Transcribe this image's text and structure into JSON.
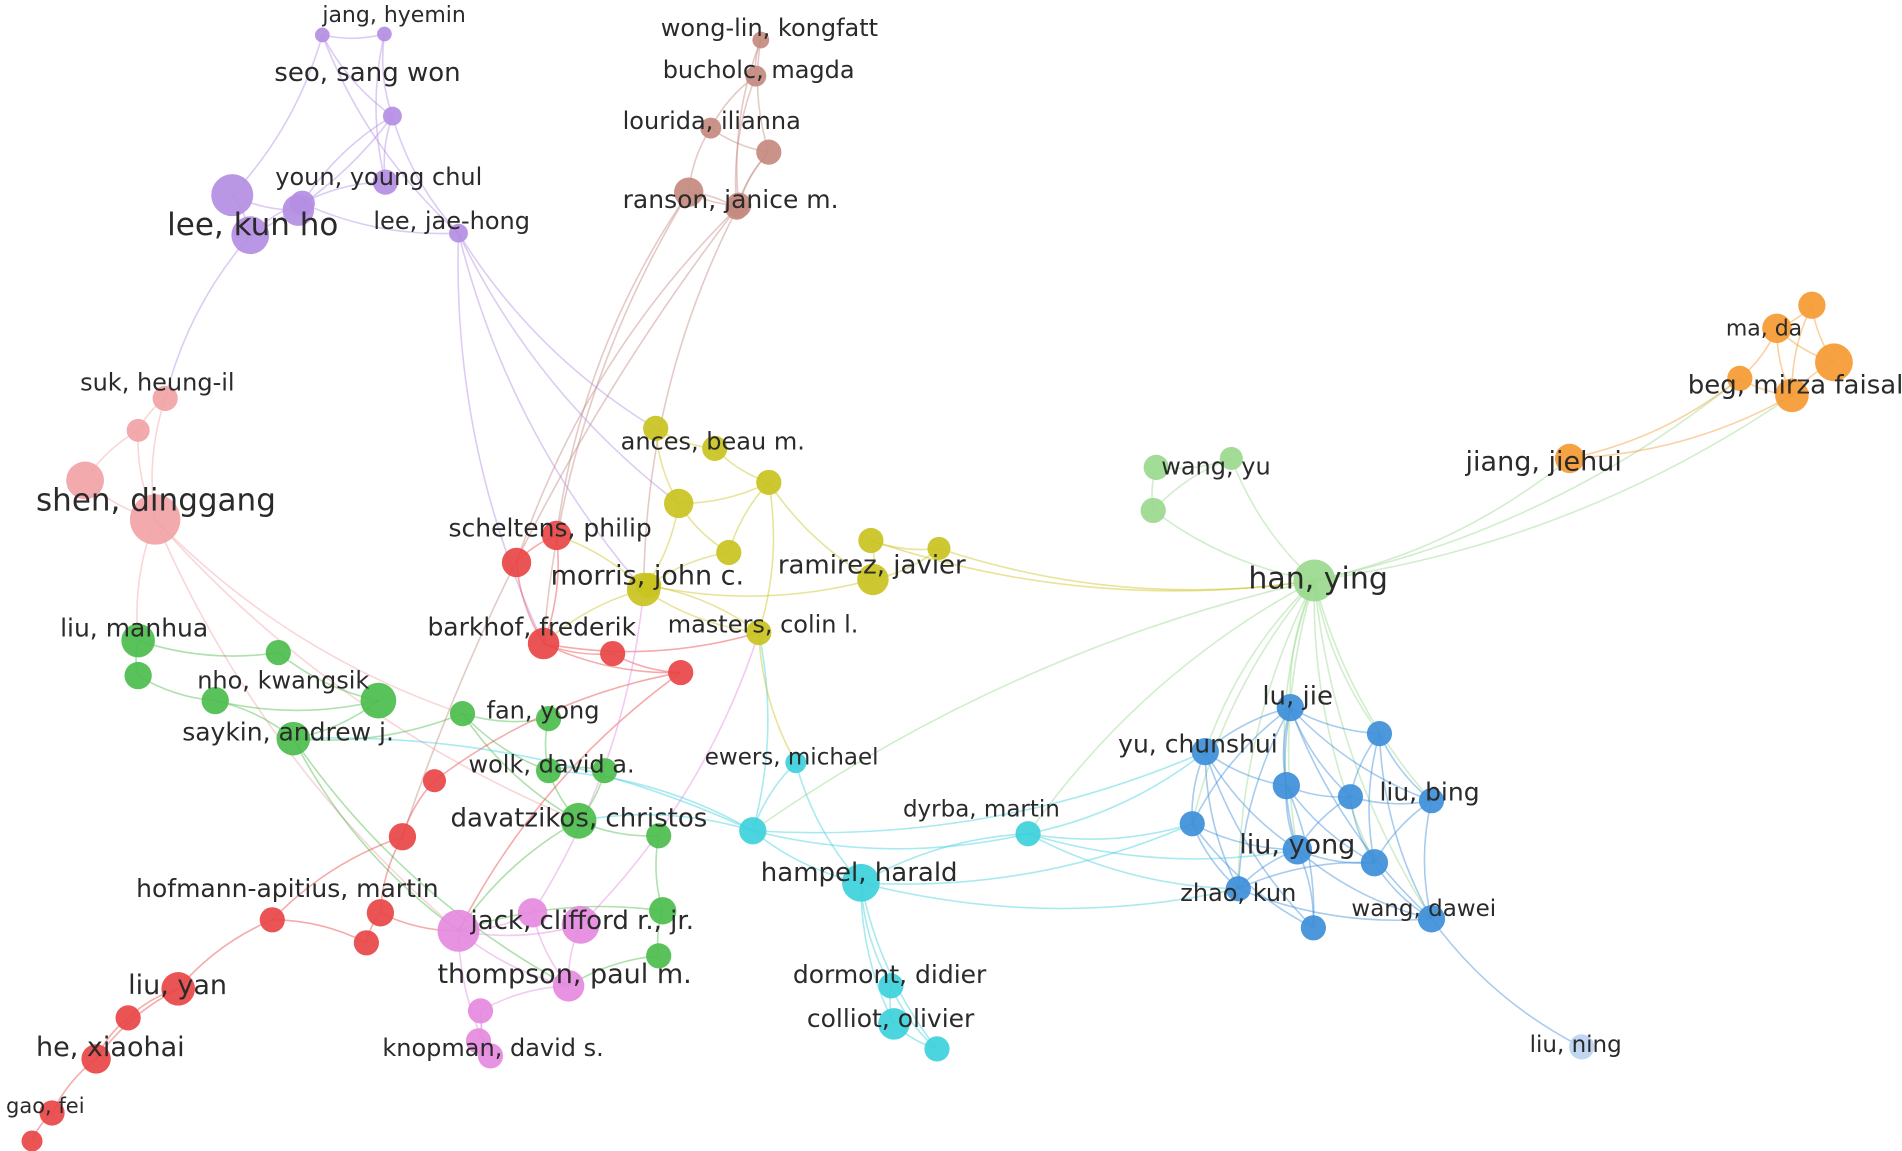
{
  "clusters": {
    "purple": "#b48ee3",
    "brown": "#c48a80",
    "pink_light": "#f1a3a6",
    "red": "#e84545",
    "yellow": "#c9c320",
    "green": "#4cbd4c",
    "light_green": "#9ad98e",
    "cyan": "#3dd1dc",
    "blue": "#3e8fd9",
    "orange": "#f59a33",
    "magenta": "#e58ae0",
    "pale_blue": "#bcd2ef"
  },
  "nodes": [
    {
      "id": "jang",
      "label": "jang, hyemin",
      "cluster": "purple",
      "size": 7
    },
    {
      "id": "p_jang2",
      "label": "",
      "cluster": "purple",
      "size": 7
    },
    {
      "id": "seo",
      "label": "seo, sang won",
      "cluster": "purple",
      "size": 9
    },
    {
      "id": "p_seo2",
      "label": "",
      "cluster": "purple",
      "size": 12
    },
    {
      "id": "youn",
      "label": "youn, young chul",
      "cluster": "purple",
      "size": 12
    },
    {
      "id": "lee_kh",
      "label": "lee, kun ho",
      "cluster": "purple",
      "size": 18
    },
    {
      "id": "p_lee2",
      "label": "",
      "cluster": "purple",
      "size": 20
    },
    {
      "id": "p_lee3",
      "label": "",
      "cluster": "purple",
      "size": 15
    },
    {
      "id": "lee_jh",
      "label": "lee, jae-hong",
      "cluster": "purple",
      "size": 9
    },
    {
      "id": "wonglin",
      "label": "wong-lin, kongfatt",
      "cluster": "brown",
      "size": 8
    },
    {
      "id": "bucholc",
      "label": "bucholc, magda",
      "cluster": "brown",
      "size": 10
    },
    {
      "id": "lourida",
      "label": "lourida, ilianna",
      "cluster": "brown",
      "size": 10
    },
    {
      "id": "b_lou2",
      "label": "",
      "cluster": "brown",
      "size": 12
    },
    {
      "id": "b_lou3",
      "label": "",
      "cluster": "brown",
      "size": 11
    },
    {
      "id": "ranson",
      "label": "ranson, janice m.",
      "cluster": "brown",
      "size": 14
    },
    {
      "id": "b_ran2",
      "label": "",
      "cluster": "brown",
      "size": 12
    },
    {
      "id": "suk",
      "label": "suk, heung-il",
      "cluster": "pink_light",
      "size": 12
    },
    {
      "id": "pl2",
      "label": "",
      "cluster": "pink_light",
      "size": 11
    },
    {
      "id": "pl3",
      "label": "",
      "cluster": "pink_light",
      "size": 18
    },
    {
      "id": "shen",
      "label": "shen, dinggang",
      "cluster": "pink_light",
      "size": 24
    },
    {
      "id": "scheltens",
      "label": "scheltens, philip",
      "cluster": "red",
      "size": 14
    },
    {
      "id": "r2",
      "label": "",
      "cluster": "red",
      "size": 14
    },
    {
      "id": "barkhof",
      "label": "barkhof, frederik",
      "cluster": "red",
      "size": 15
    },
    {
      "id": "r4",
      "label": "",
      "cluster": "red",
      "size": 12
    },
    {
      "id": "r5",
      "label": "",
      "cluster": "red",
      "size": 12
    },
    {
      "id": "r6",
      "label": "",
      "cluster": "red",
      "size": 11
    },
    {
      "id": "r7",
      "label": "",
      "cluster": "red",
      "size": 13
    },
    {
      "id": "hofmann",
      "label": "hofmann-apitius, martin",
      "cluster": "red",
      "size": 12
    },
    {
      "id": "r9",
      "label": "",
      "cluster": "red",
      "size": 13
    },
    {
      "id": "r10",
      "label": "",
      "cluster": "red",
      "size": 12
    },
    {
      "id": "liu_yan",
      "label": "liu, yan",
      "cluster": "red",
      "size": 16
    },
    {
      "id": "r12",
      "label": "",
      "cluster": "red",
      "size": 12
    },
    {
      "id": "he",
      "label": "he, xiaohai",
      "cluster": "red",
      "size": 14
    },
    {
      "id": "gao",
      "label": "gao, fei",
      "cluster": "red",
      "size": 12
    },
    {
      "id": "r15",
      "label": "",
      "cluster": "red",
      "size": 10
    },
    {
      "id": "ances",
      "label": "ances, beau m.",
      "cluster": "yellow",
      "size": 12
    },
    {
      "id": "y2",
      "label": "",
      "cluster": "yellow",
      "size": 12
    },
    {
      "id": "y3",
      "label": "",
      "cluster": "yellow",
      "size": 14
    },
    {
      "id": "y4",
      "label": "",
      "cluster": "yellow",
      "size": 12
    },
    {
      "id": "y5",
      "label": "",
      "cluster": "yellow",
      "size": 12
    },
    {
      "id": "y6",
      "label": "",
      "cluster": "yellow",
      "size": 12
    },
    {
      "id": "morris",
      "label": "morris, john c.",
      "cluster": "yellow",
      "size": 16
    },
    {
      "id": "ramirez",
      "label": "ramirez, javier",
      "cluster": "yellow",
      "size": 15
    },
    {
      "id": "y9",
      "label": "",
      "cluster": "yellow",
      "size": 12
    },
    {
      "id": "y10",
      "label": "",
      "cluster": "yellow",
      "size": 11
    },
    {
      "id": "masters",
      "label": "masters, colin l.",
      "cluster": "yellow",
      "size": 12
    },
    {
      "id": "wang_yu",
      "label": "wang, yu",
      "cluster": "light_green",
      "size": 12
    },
    {
      "id": "lg2",
      "label": "",
      "cluster": "light_green",
      "size": 11
    },
    {
      "id": "lg3",
      "label": "",
      "cluster": "light_green",
      "size": 12
    },
    {
      "id": "han",
      "label": "han, ying",
      "cluster": "light_green",
      "size": 20
    },
    {
      "id": "ma",
      "label": "ma, da",
      "cluster": "orange",
      "size": 14
    },
    {
      "id": "o2",
      "label": "",
      "cluster": "orange",
      "size": 13
    },
    {
      "id": "o3",
      "label": "",
      "cluster": "orange",
      "size": 18
    },
    {
      "id": "beg",
      "label": "beg, mirza faisal",
      "cluster": "orange",
      "size": 16
    },
    {
      "id": "o5",
      "label": "",
      "cluster": "orange",
      "size": 12
    },
    {
      "id": "jiang",
      "label": "jiang, jiehui",
      "cluster": "orange",
      "size": 14
    },
    {
      "id": "liu_manhua",
      "label": "liu, manhua",
      "cluster": "green",
      "size": 16
    },
    {
      "id": "g2",
      "label": "",
      "cluster": "green",
      "size": 13
    },
    {
      "id": "g3",
      "label": "",
      "cluster": "green",
      "size": 12
    },
    {
      "id": "nho",
      "label": "nho, kwangsik",
      "cluster": "green",
      "size": 13
    },
    {
      "id": "g5",
      "label": "",
      "cluster": "green",
      "size": 17
    },
    {
      "id": "saykin",
      "label": "saykin, andrew j.",
      "cluster": "green",
      "size": 16
    },
    {
      "id": "fan",
      "label": "fan, yong",
      "cluster": "green",
      "size": 12
    },
    {
      "id": "g8",
      "label": "",
      "cluster": "green",
      "size": 12
    },
    {
      "id": "wolk",
      "label": "wolk, david a.",
      "cluster": "green",
      "size": 12
    },
    {
      "id": "g10",
      "label": "",
      "cluster": "green",
      "size": 12
    },
    {
      "id": "davatzikos",
      "label": "davatzikos, christos",
      "cluster": "green",
      "size": 17
    },
    {
      "id": "g12",
      "label": "",
      "cluster": "green",
      "size": 12
    },
    {
      "id": "g13",
      "label": "",
      "cluster": "green",
      "size": 13
    },
    {
      "id": "g14",
      "label": "",
      "cluster": "green",
      "size": 12
    },
    {
      "id": "jack",
      "label": "jack, clifford r., jr.",
      "cluster": "magenta",
      "size": 20
    },
    {
      "id": "m2",
      "label": "",
      "cluster": "magenta",
      "size": 14
    },
    {
      "id": "m3",
      "label": "",
      "cluster": "magenta",
      "size": 18
    },
    {
      "id": "thompson",
      "label": "thompson, paul m.",
      "cluster": "magenta",
      "size": 15
    },
    {
      "id": "m5",
      "label": "",
      "cluster": "magenta",
      "size": 12
    },
    {
      "id": "knopman",
      "label": "knopman, david s.",
      "cluster": "magenta",
      "size": 12
    },
    {
      "id": "m7",
      "label": "",
      "cluster": "magenta",
      "size": 12
    },
    {
      "id": "ewers",
      "label": "ewers, michael",
      "cluster": "cyan",
      "size": 10
    },
    {
      "id": "c2",
      "label": "",
      "cluster": "cyan",
      "size": 13
    },
    {
      "id": "dyrba",
      "label": "dyrba, martin",
      "cluster": "cyan",
      "size": 12
    },
    {
      "id": "hampel",
      "label": "hampel, harald",
      "cluster": "cyan",
      "size": 18
    },
    {
      "id": "dormont",
      "label": "dormont, didier",
      "cluster": "cyan",
      "size": 12
    },
    {
      "id": "colliot",
      "label": "colliot, olivier",
      "cluster": "cyan",
      "size": 15
    },
    {
      "id": "c7",
      "label": "",
      "cluster": "cyan",
      "size": 12
    },
    {
      "id": "lu_jie",
      "label": "lu, jie",
      "cluster": "blue",
      "size": 13
    },
    {
      "id": "bl2",
      "label": "",
      "cluster": "blue",
      "size": 12
    },
    {
      "id": "yu",
      "label": "yu, chunshui",
      "cluster": "blue",
      "size": 13
    },
    {
      "id": "bl4",
      "label": "",
      "cluster": "blue",
      "size": 13
    },
    {
      "id": "bl5",
      "label": "",
      "cluster": "blue",
      "size": 12
    },
    {
      "id": "liu_bing",
      "label": "liu, bing",
      "cluster": "blue",
      "size": 12
    },
    {
      "id": "bl7",
      "label": "",
      "cluster": "blue",
      "size": 12
    },
    {
      "id": "liu_yong",
      "label": "liu, yong",
      "cluster": "blue",
      "size": 14
    },
    {
      "id": "bl9",
      "label": "",
      "cluster": "blue",
      "size": 13
    },
    {
      "id": "zhao",
      "label": "zhao, kun",
      "cluster": "blue",
      "size": 12
    },
    {
      "id": "wang_dawei",
      "label": "wang, dawei",
      "cluster": "blue",
      "size": 13
    },
    {
      "id": "bl12",
      "label": "",
      "cluster": "blue",
      "size": 12
    },
    {
      "id": "liu_ning",
      "label": "liu, ning",
      "cluster": "pale_blue",
      "size": 12
    }
  ],
  "edges": [
    [
      "jang",
      "p_jang2"
    ],
    [
      "jang",
      "seo"
    ],
    [
      "p_jang2",
      "seo"
    ],
    [
      "seo",
      "p_seo2"
    ],
    [
      "p_seo2",
      "youn"
    ],
    [
      "youn",
      "lee_kh"
    ],
    [
      "lee_kh",
      "p_lee2"
    ],
    [
      "p_lee2",
      "p_lee3"
    ],
    [
      "p_lee3",
      "youn"
    ],
    [
      "youn",
      "lee_jh"
    ],
    [
      "seo",
      "lee_jh"
    ],
    [
      "jang",
      "lee_jh"
    ],
    [
      "p_jang2",
      "p_seo2"
    ],
    [
      "seo",
      "youn"
    ],
    [
      "lee_kh",
      "seo"
    ],
    [
      "p_lee2",
      "jang"
    ],
    [
      "lee_kh",
      "suk"
    ],
    [
      "suk",
      "pl2"
    ],
    [
      "pl2",
      "pl3"
    ],
    [
      "pl3",
      "shen"
    ],
    [
      "suk",
      "shen"
    ],
    [
      "pl2",
      "shen"
    ],
    [
      "wonglin",
      "bucholc"
    ],
    [
      "bucholc",
      "lourida"
    ],
    [
      "lourida",
      "b_lou2"
    ],
    [
      "b_lou2",
      "b_lou3"
    ],
    [
      "b_lou3",
      "ranson"
    ],
    [
      "ranson",
      "b_ran2"
    ],
    [
      "wonglin",
      "b_lou2"
    ],
    [
      "bucholc",
      "b_lou3"
    ],
    [
      "lourida",
      "ranson"
    ],
    [
      "b_lou2",
      "b_ran2"
    ],
    [
      "wonglin",
      "b_ran2"
    ],
    [
      "ranson",
      "scheltens"
    ],
    [
      "ranson",
      "barkhof"
    ],
    [
      "b_ran2",
      "morris"
    ],
    [
      "b_lou3",
      "r2"
    ],
    [
      "b_ran2",
      "r7"
    ],
    [
      "lee_jh",
      "ances"
    ],
    [
      "lee_jh",
      "y3"
    ],
    [
      "lee_jh",
      "barkhof"
    ],
    [
      "lee_jh",
      "morris"
    ],
    [
      "shen",
      "liu_manhua"
    ],
    [
      "shen",
      "davatzikos"
    ],
    [
      "shen",
      "jack"
    ],
    [
      "shen",
      "fan"
    ],
    [
      "liu_manhua",
      "g2"
    ],
    [
      "liu_manhua",
      "g3"
    ],
    [
      "g2",
      "nho"
    ],
    [
      "g3",
      "g5"
    ],
    [
      "nho",
      "g5"
    ],
    [
      "saykin",
      "g5"
    ],
    [
      "saykin",
      "nho"
    ],
    [
      "saykin",
      "fan"
    ],
    [
      "saykin",
      "jack"
    ],
    [
      "fan",
      "g8"
    ],
    [
      "g8",
      "wolk"
    ],
    [
      "wolk",
      "davatzikos"
    ],
    [
      "davatzikos",
      "g10"
    ],
    [
      "davatzikos",
      "g12"
    ],
    [
      "g12",
      "g13"
    ],
    [
      "g13",
      "g14"
    ],
    [
      "g10",
      "wolk"
    ],
    [
      "fan",
      "wolk"
    ],
    [
      "fan",
      "davatzikos"
    ],
    [
      "davatzikos",
      "jack"
    ],
    [
      "g13",
      "jack"
    ],
    [
      "g14",
      "thompson"
    ],
    [
      "saykin",
      "thompson"
    ],
    [
      "ances",
      "y2"
    ],
    [
      "ances",
      "y3"
    ],
    [
      "y2",
      "y4"
    ],
    [
      "y3",
      "y4"
    ],
    [
      "y3",
      "y5"
    ],
    [
      "y4",
      "y5"
    ],
    [
      "y5",
      "y6"
    ],
    [
      "y6",
      "morris"
    ],
    [
      "morris",
      "y3"
    ],
    [
      "morris",
      "masters"
    ],
    [
      "masters",
      "y6"
    ],
    [
      "masters",
      "y4"
    ],
    [
      "y9",
      "y10"
    ],
    [
      "ramirez",
      "y9"
    ],
    [
      "ramirez",
      "y10"
    ],
    [
      "y4",
      "ramirez"
    ],
    [
      "y6",
      "ramirez"
    ],
    [
      "morris",
      "scheltens"
    ],
    [
      "morris",
      "barkhof"
    ],
    [
      "barkhof",
      "scheltens"
    ],
    [
      "barkhof",
      "masters"
    ],
    [
      "y10",
      "han"
    ],
    [
      "y9",
      "han"
    ],
    [
      "scheltens",
      "r2"
    ],
    [
      "r2",
      "barkhof"
    ],
    [
      "barkhof",
      "r4"
    ],
    [
      "r4",
      "r5"
    ],
    [
      "barkhof",
      "r5"
    ],
    [
      "r5",
      "r6"
    ],
    [
      "r6",
      "r7"
    ],
    [
      "r7",
      "hofmann"
    ],
    [
      "r7",
      "r9"
    ],
    [
      "r9",
      "r10"
    ],
    [
      "r10",
      "hofmann"
    ],
    [
      "hofmann",
      "liu_yan"
    ],
    [
      "liu_yan",
      "r12"
    ],
    [
      "r12",
      "he"
    ],
    [
      "he",
      "gao"
    ],
    [
      "gao",
      "r15"
    ],
    [
      "liu_yan",
      "he"
    ],
    [
      "r9",
      "jack"
    ],
    [
      "r5",
      "jack"
    ],
    [
      "jack",
      "m2"
    ],
    [
      "jack",
      "m3"
    ],
    [
      "m3",
      "thompson"
    ],
    [
      "thompson",
      "m5"
    ],
    [
      "m5",
      "knopman"
    ],
    [
      "knopman",
      "m7"
    ],
    [
      "m7",
      "m5"
    ],
    [
      "jack",
      "thompson"
    ],
    [
      "m2",
      "thompson"
    ],
    [
      "jack",
      "knopman"
    ],
    [
      "m3",
      "masters"
    ],
    [
      "m2",
      "morris"
    ],
    [
      "ewers",
      "c2"
    ],
    [
      "ewers",
      "hampel"
    ],
    [
      "c2",
      "davatzikos"
    ],
    [
      "c2",
      "hampel"
    ],
    [
      "c2",
      "dyrba"
    ],
    [
      "dyrba",
      "hampel"
    ],
    [
      "hampel",
      "dormont"
    ],
    [
      "hampel",
      "colliot"
    ],
    [
      "dormont",
      "colliot"
    ],
    [
      "colliot",
      "c7"
    ],
    [
      "dormont",
      "c7"
    ],
    [
      "c2",
      "masters"
    ],
    [
      "c2",
      "wolk"
    ],
    [
      "c2",
      "saykin"
    ],
    [
      "hampel",
      "c7"
    ],
    [
      "masters",
      "ewers"
    ],
    [
      "wang_yu",
      "lg2"
    ],
    [
      "lg2",
      "lg3"
    ],
    [
      "wang_yu",
      "lg3"
    ],
    [
      "lg3",
      "han"
    ],
    [
      "lg2",
      "han"
    ],
    [
      "han",
      "jiang"
    ],
    [
      "han",
      "beg"
    ],
    [
      "han",
      "o5"
    ],
    [
      "jiang",
      "o5"
    ],
    [
      "jiang",
      "beg"
    ],
    [
      "ma",
      "o2"
    ],
    [
      "ma",
      "o3"
    ],
    [
      "ma",
      "beg"
    ],
    [
      "o2",
      "o3"
    ],
    [
      "o3",
      "beg"
    ],
    [
      "o2",
      "beg"
    ],
    [
      "o5",
      "beg"
    ],
    [
      "o5",
      "ma"
    ],
    [
      "han",
      "lu_jie"
    ],
    [
      "han",
      "yu"
    ],
    [
      "han",
      "bl2"
    ],
    [
      "han",
      "liu_bing"
    ],
    [
      "han",
      "liu_yong"
    ],
    [
      "han",
      "bl4"
    ],
    [
      "han",
      "bl7"
    ],
    [
      "han",
      "zhao"
    ],
    [
      "han",
      "wang_dawei"
    ],
    [
      "han",
      "bl9"
    ],
    [
      "han",
      "dyrba"
    ],
    [
      "han",
      "c2"
    ],
    [
      "lu_jie",
      "bl2"
    ],
    [
      "lu_jie",
      "yu"
    ],
    [
      "lu_jie",
      "bl4"
    ],
    [
      "lu_jie",
      "bl5"
    ],
    [
      "lu_jie",
      "liu_bing"
    ],
    [
      "lu_jie",
      "liu_yong"
    ],
    [
      "lu_jie",
      "bl7"
    ],
    [
      "lu_jie",
      "zhao"
    ],
    [
      "lu_jie",
      "wang_dawei"
    ],
    [
      "bl2",
      "bl5"
    ],
    [
      "bl2",
      "liu_bing"
    ],
    [
      "bl2",
      "bl9"
    ],
    [
      "bl2",
      "wang_dawei"
    ],
    [
      "yu",
      "bl4"
    ],
    [
      "yu",
      "bl7"
    ],
    [
      "yu",
      "liu_yong"
    ],
    [
      "yu",
      "zhao"
    ],
    [
      "yu",
      "bl12"
    ],
    [
      "bl4",
      "bl5"
    ],
    [
      "bl4",
      "liu_yong"
    ],
    [
      "bl4",
      "bl9"
    ],
    [
      "bl5",
      "liu_bing"
    ],
    [
      "bl5",
      "liu_yong"
    ],
    [
      "bl5",
      "bl9"
    ],
    [
      "liu_bing",
      "bl9"
    ],
    [
      "liu_bing",
      "wang_dawei"
    ],
    [
      "bl7",
      "liu_yong"
    ],
    [
      "bl7",
      "zhao"
    ],
    [
      "liu_yong",
      "bl9"
    ],
    [
      "liu_yong",
      "zhao"
    ],
    [
      "liu_yong",
      "wang_dawei"
    ],
    [
      "bl9",
      "wang_dawei"
    ],
    [
      "bl9",
      "zhao"
    ],
    [
      "zhao",
      "wang_dawei"
    ],
    [
      "bl12",
      "liu_yong"
    ],
    [
      "bl12",
      "bl4"
    ],
    [
      "bl7",
      "bl12"
    ],
    [
      "dyrba",
      "yu"
    ],
    [
      "dyrba",
      "bl7"
    ],
    [
      "dyrba",
      "zhao"
    ],
    [
      "dyrba",
      "liu_yong"
    ],
    [
      "hampel",
      "bl7"
    ],
    [
      "hampel",
      "zhao"
    ],
    [
      "c2",
      "yu"
    ],
    [
      "wang_dawei",
      "liu_ning"
    ]
  ]
}
